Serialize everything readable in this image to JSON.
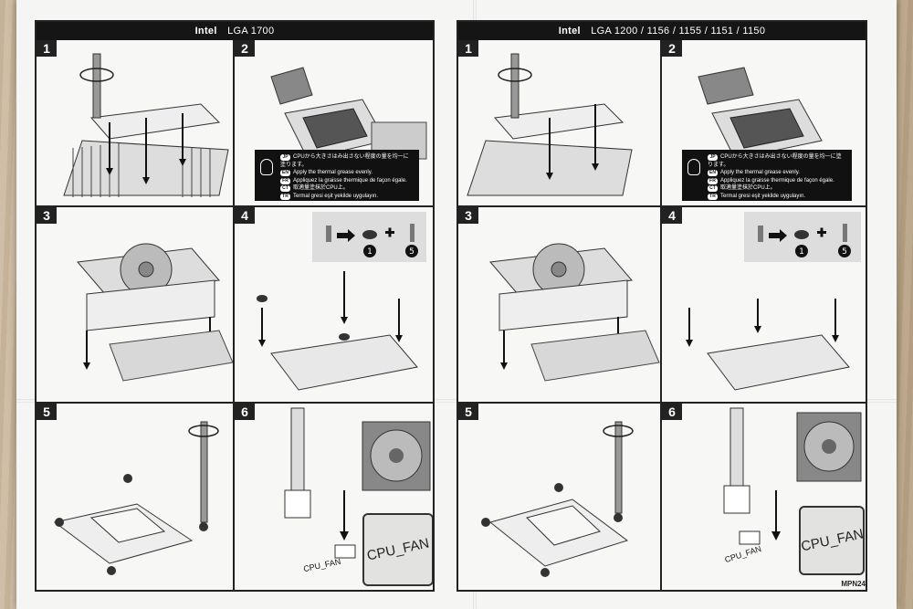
{
  "photo": {
    "description_hidden": "",
    "colors": {
      "paper": "#f5f5f3",
      "ink": "#151515",
      "desk": "#c9b79e"
    }
  },
  "left_half": {
    "brand": "Intel",
    "socket": "LGA 1700",
    "steps": [
      "1",
      "2",
      "3",
      "4",
      "5",
      "6"
    ],
    "note": {
      "lines": [
        {
          "code": "JP",
          "text": "CPUから大きさはみ出さない程度の量を均一に塗ります。"
        },
        {
          "code": "EN",
          "text": "Apply the thermal grease evenly."
        },
        {
          "code": "FR",
          "text": "Appliquez la graisse thermique de façon égale."
        },
        {
          "code": "CT",
          "text": "取適量塗抹於CPU上。"
        },
        {
          "code": "TR",
          "text": "Termal gresi eşit yekilde uygulayın."
        }
      ]
    },
    "parts": {
      "part_a": "1",
      "part_b": "5",
      "plus": "+"
    },
    "header_label": "CPU_FAN",
    "box_label": "CPU_FAN"
  },
  "right_half": {
    "brand": "Intel",
    "socket": "LGA 1200 / 1156 / 1155 / 1151 / 1150",
    "steps": [
      "1",
      "2",
      "3",
      "4",
      "5",
      "6"
    ],
    "note": {
      "lines": [
        {
          "code": "JP",
          "text": "CPUから大きさはみ出さない程度の量を均一に塗ります。"
        },
        {
          "code": "EN",
          "text": "Apply the thermal grease evenly."
        },
        {
          "code": "FR",
          "text": "Appliquez la graisse thermique de façon égale."
        },
        {
          "code": "CT",
          "text": "取適量塗抹於CPU上。"
        },
        {
          "code": "TR",
          "text": "Termal gresi eşit yekilde uygulayın."
        }
      ]
    },
    "parts": {
      "part_a": "1",
      "part_b": "5",
      "plus": "+"
    },
    "header_label": "CPU_FAN",
    "box_label": "CPU_FAN",
    "footer_code": "MPN24"
  }
}
